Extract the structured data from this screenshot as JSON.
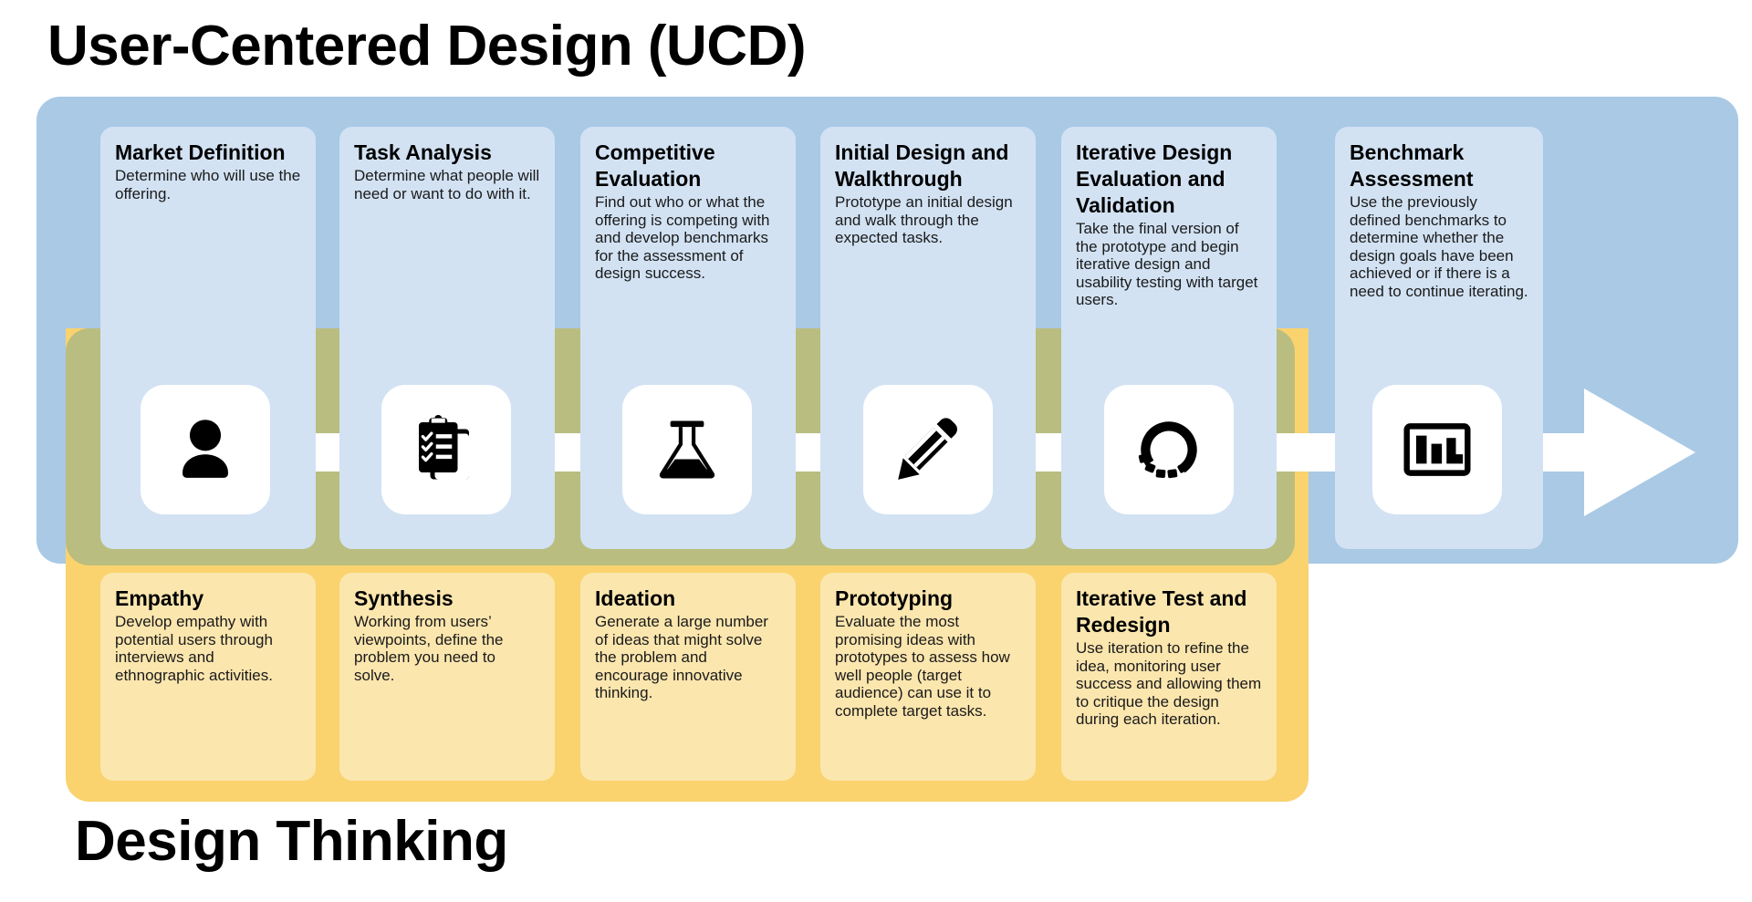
{
  "titles": {
    "top": "User-Centered Design (UCD)",
    "bottom": "Design Thinking"
  },
  "colors": {
    "ucd_panel": "#a9c9e5",
    "ucd_card": "#d2e2f3",
    "dt_panel": "#fad36e",
    "dt_card": "#fbe6ae",
    "band": "#92b089",
    "rail": "#ffffff",
    "icon": "#000000",
    "text": "#000000"
  },
  "ucd_steps": [
    {
      "title": "Market Definition",
      "body": "Determine who will use the offering."
    },
    {
      "title": "Task Analysis",
      "body": "Determine what people will need or want to do with it."
    },
    {
      "title": "Competitive Evaluation",
      "body": "Find out who or what the offering is competing with and develop benchmarks for the assessment of design success."
    },
    {
      "title": "Initial Design and Walkthrough",
      "body": "Prototype an initial design and walk through the expected tasks."
    },
    {
      "title": "Iterative Design Evaluation and Validation",
      "body": "Take the final version of the prototype and begin iterative design and usability testing with target users."
    },
    {
      "title": "Benchmark Assessment",
      "body": "Use the previously defined benchmarks to determine whether the design goals have been achieved or if there is a need to continue iterating."
    }
  ],
  "dt_steps": [
    {
      "title": "Empathy",
      "body": "Develop empathy with potential users through interviews and ethnographic activities."
    },
    {
      "title": "Synthesis",
      "body": "Working from users’ viewpoints, define the problem you need to solve."
    },
    {
      "title": "Ideation",
      "body": "Generate a large number of ideas that might solve the problem and encourage innovative thinking."
    },
    {
      "title": "Prototyping",
      "body": "Evaluate the most promising ideas with prototypes to assess how well people (target audience) can use it to complete target tasks."
    },
    {
      "title": "Iterative Test and Redesign",
      "body": "Use iteration to refine the idea, monitoring user success and allowing them to critique the design during each iteration."
    }
  ],
  "icons": [
    {
      "name": "person-icon",
      "label": "User"
    },
    {
      "name": "clipboard-checklist-icon",
      "label": "Task list"
    },
    {
      "name": "flask-icon",
      "label": "Experiment"
    },
    {
      "name": "pencil-icon",
      "label": "Design"
    },
    {
      "name": "refresh-loop-icon",
      "label": "Iterate"
    },
    {
      "name": "bar-chart-icon",
      "label": "Benchmark"
    }
  ],
  "flow": {
    "direction_label": "Process flows left to right",
    "arrow": "right-arrow"
  }
}
